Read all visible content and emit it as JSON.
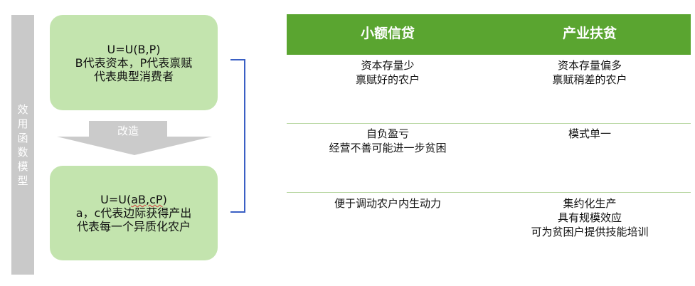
{
  "side_label": "效用函数模型",
  "top_box": {
    "line1": "U=U(B,P)",
    "line2": "B代表资本，P代表禀赋",
    "line3": "代表典型消费者"
  },
  "arrow_label": "改造",
  "bottom_box": {
    "line1_a": "U=U(",
    "line1_b": "aB,cP",
    "line1_c": ")",
    "line2": "a，c代表边际获得产出",
    "line3": "代表每一个异质化农户"
  },
  "table": {
    "headers": [
      "小额信贷",
      "产业扶贫"
    ],
    "rows": [
      [
        [
          "资本存量少",
          "禀赋好的农户"
        ],
        [
          "资本存量偏多",
          "禀赋稍差的农户"
        ]
      ],
      [
        [
          "自负盈亏",
          "经营不善可能进一步贫困"
        ],
        [
          "模式单一"
        ]
      ],
      [
        [
          "便于调动农户内生动力"
        ],
        [
          "集约化生产",
          "具有规模效应",
          "可为贫困户提供技能培训"
        ]
      ]
    ]
  },
  "colors": {
    "green_box": "#c3e4ae",
    "header_green": "#5aa530",
    "bracket_blue": "#3a5fc4",
    "side_gray": "#c9c9c9"
  }
}
